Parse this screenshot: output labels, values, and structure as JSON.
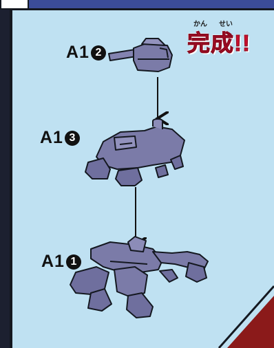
{
  "header": {
    "title": "完成!!",
    "ruby_left": "かん",
    "ruby_right": "せい"
  },
  "parts": [
    {
      "code": "A1",
      "number": "2",
      "name": "turret"
    },
    {
      "code": "A1",
      "number": "3",
      "name": "hull"
    },
    {
      "code": "A1",
      "number": "1",
      "name": "legs"
    }
  ],
  "colors": {
    "background": "#bfe1f2",
    "part_fill": "#7b7ba8",
    "title": "#c8102e",
    "outline": "#141820"
  }
}
